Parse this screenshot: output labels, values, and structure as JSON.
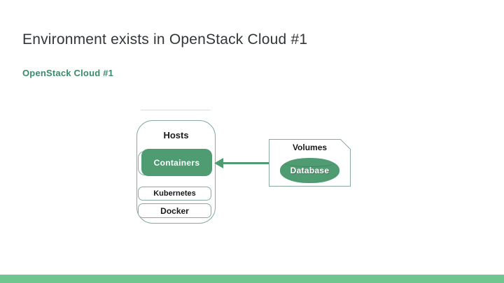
{
  "slide": {
    "title": "Environment exists in OpenStack Cloud #1",
    "subtitle": "OpenStack Cloud #1"
  },
  "diagram": {
    "hosts_group": {
      "label": "Hosts",
      "containers": {
        "label": "Containers"
      },
      "kubernetes": {
        "label": "Kubernetes"
      },
      "docker": {
        "label": "Docker"
      }
    },
    "volumes_group": {
      "label": "Volumes",
      "database": {
        "label": "Database"
      }
    }
  },
  "colors": {
    "accent_green": "#4f9c72",
    "footer_green": "#6fc68f",
    "shape_outline": "#8aab9b",
    "subtitle_green": "#3c8a6c",
    "title_text": "#333638",
    "label_text": "#17191a"
  }
}
